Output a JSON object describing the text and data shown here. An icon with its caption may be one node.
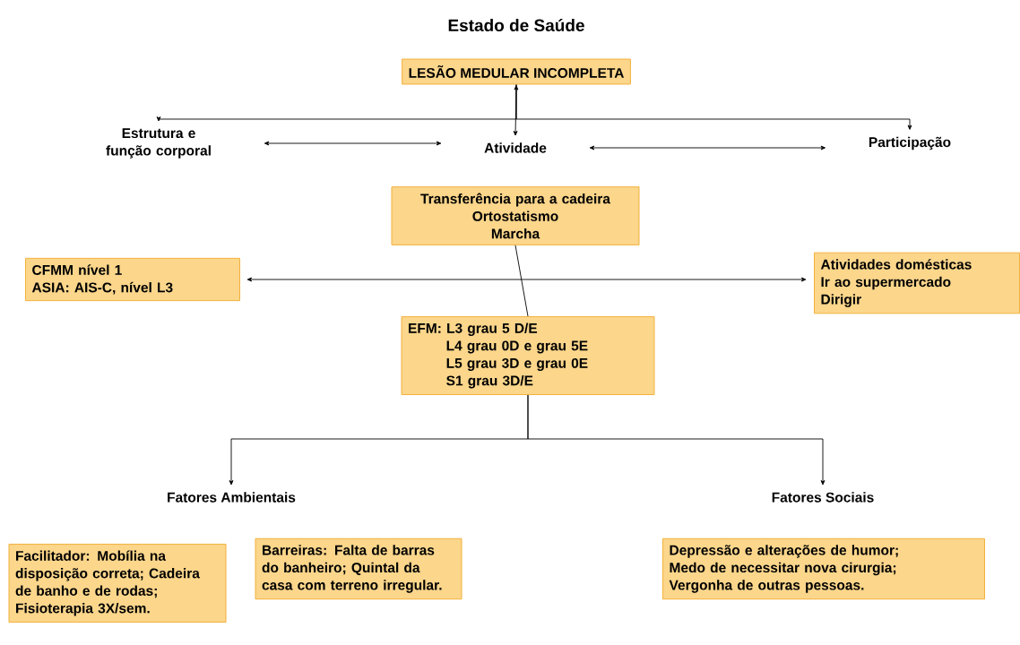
{
  "diagram": {
    "title": "Estado de Saúde",
    "nodes": [
      {
        "text": [
          "LESÃO MEDULAR INCOMPLETA"
        ]
      },
      {
        "text": [
          "Estrutura e função corporal"
        ]
      },
      {
        "text": [
          "Atividade"
        ]
      },
      {
        "text": [
          "Participação"
        ]
      },
      {
        "text": [
          "Transferência para a cadeira",
          "Ortostatismo",
          "Marcha"
        ]
      },
      {
        "text": [
          "CFMM nível 1",
          "ASIA: AIS-C, nível L3"
        ]
      },
      {
        "text": [
          "Atividades domésticas",
          "Ir ao supermercado",
          "Dirigir"
        ]
      },
      {
        "text": [
          "EFM: L3 grau 5 D/E",
          "L4 grau 0D e grau 5E",
          "L5 grau 3D e grau 0E",
          "S1 grau 3D/E"
        ]
      },
      {
        "text": [
          "Fatores Ambientais"
        ]
      },
      {
        "text": [
          "Fatores Sociais"
        ]
      },
      {
        "text": [
          "Facilitador: Mobília na disposição correta; Cadeira de banho e de rodas; Fisioterapia 3X/sem."
        ]
      },
      {
        "text": [
          "Barreiras: Falta de barras do banheiro; Quintal da casa com terreno irregular."
        ]
      },
      {
        "text": [
          "Depressão e alterações de humor;",
          "Medo de necessitar nova cirurgia;",
          "Vergonha de outras pessoas."
        ]
      }
    ],
    "edges": [
      {
        "from": 0,
        "to": 1,
        "arrow": "to"
      },
      {
        "from": 0,
        "to": 2,
        "arrow": "both"
      },
      {
        "from": 0,
        "to": 3,
        "arrow": "to"
      },
      {
        "from": 1,
        "to": 2,
        "arrow": "both"
      },
      {
        "from": 2,
        "to": 3,
        "arrow": "both"
      },
      {
        "from": 4,
        "to": 7,
        "arrow": "none"
      },
      {
        "from": 5,
        "to": 6,
        "arrow": "both"
      },
      {
        "from": 7,
        "to": 8,
        "arrow": "to"
      },
      {
        "from": 7,
        "to": 9,
        "arrow": "to"
      }
    ]
  }
}
